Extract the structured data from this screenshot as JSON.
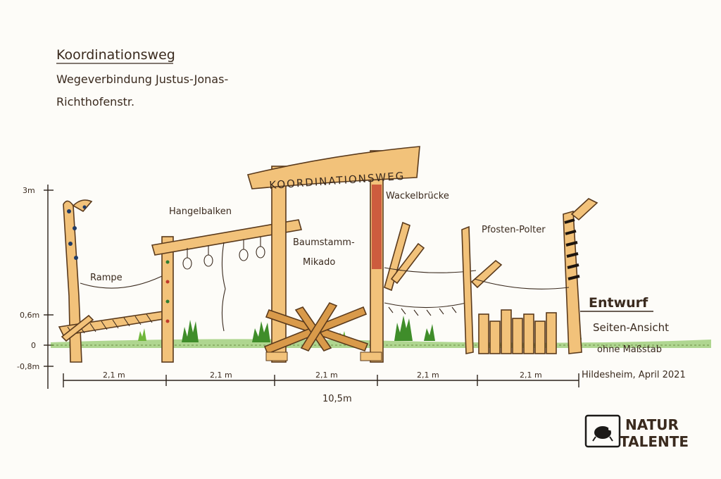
{
  "title": "Koordinationsweg",
  "subtitle_line1": "Wegeverbindung Justus-Jonas-",
  "subtitle_line2": "Richthofenstr.",
  "sign_text": "KOORDINATIONSWEG",
  "station_labels": {
    "rampe": "Rampe",
    "hangelbalken": "Hangelbalken",
    "baumstamm_line1": "Baumstamm-",
    "baumstamm_line2": "Mikado",
    "wackelbruecke": "Wackelbrücke",
    "pfosten_polter": "Pfosten-Polter"
  },
  "height_marks": {
    "top": "3m",
    "mid": "0,6m",
    "zero": "0",
    "below": "-0,8m"
  },
  "dimension": {
    "segments": [
      "2,1 m",
      "2,1 m",
      "2,1 m",
      "2,1 m",
      "2,1 m"
    ],
    "total": "10,5m"
  },
  "notes": {
    "entwurf": "Entwurf",
    "view": "Seiten-Ansicht",
    "scale": "ohne Maßstab",
    "place_date": "Hildesheim, April 2021"
  },
  "logo": {
    "line1": "NATUR",
    "line2": "TALENTE"
  },
  "colors": {
    "wood": "#f2c27a",
    "ink": "#3a2a1e",
    "grass": "#6fb63a",
    "accent_red": "#c0392b"
  }
}
